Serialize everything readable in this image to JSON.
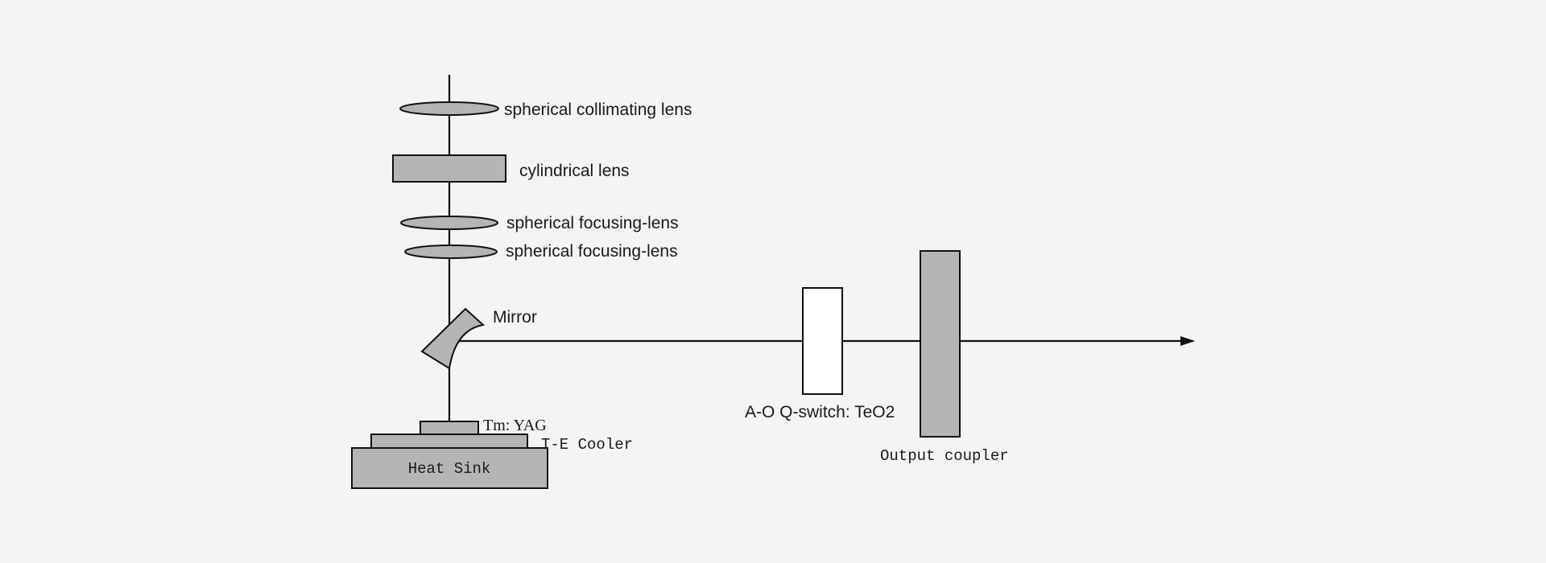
{
  "diagram": {
    "components": {
      "collimating_lens": "spherical collimating lens",
      "cylindrical_lens": "cylindrical lens",
      "focusing_lens_1": "spherical focusing-lens",
      "focusing_lens_2": "spherical focusing-lens",
      "mirror": "Mirror",
      "crystal": "Tm: YAG",
      "cooler": "T-E Cooler",
      "heat_sink": "Heat Sink",
      "q_switch": "A-O Q-switch: TeO2",
      "output_coupler": "Output coupler"
    },
    "colors": {
      "background": "#f4f4f4",
      "component_fill": "#b5b5b5",
      "q_switch_fill": "#ffffff",
      "line": "#111111"
    }
  }
}
